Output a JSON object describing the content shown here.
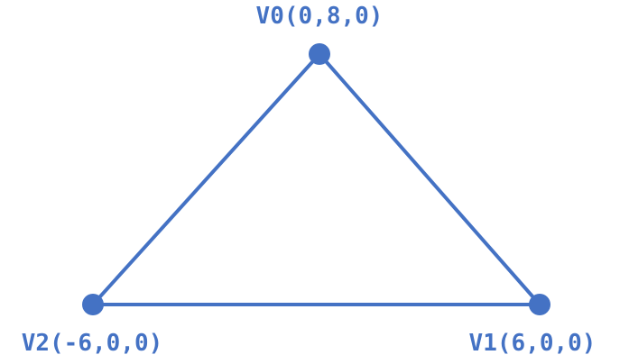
{
  "colors": {
    "stroke": "#4472C4",
    "vertex": "#4472C4",
    "label": "#4472C4",
    "background": "#FFFFFF"
  },
  "vertices": [
    {
      "id": "V0",
      "label": "V0(0,8,0)",
      "coords": [
        0,
        8,
        0
      ]
    },
    {
      "id": "V1",
      "label": "V1(6,0,0)",
      "coords": [
        6,
        0,
        0
      ]
    },
    {
      "id": "V2",
      "label": "V2(-6,0,0)",
      "coords": [
        -6,
        0,
        0
      ]
    }
  ],
  "edges": [
    [
      "V0",
      "V1"
    ],
    [
      "V1",
      "V2"
    ],
    [
      "V2",
      "V0"
    ]
  ]
}
